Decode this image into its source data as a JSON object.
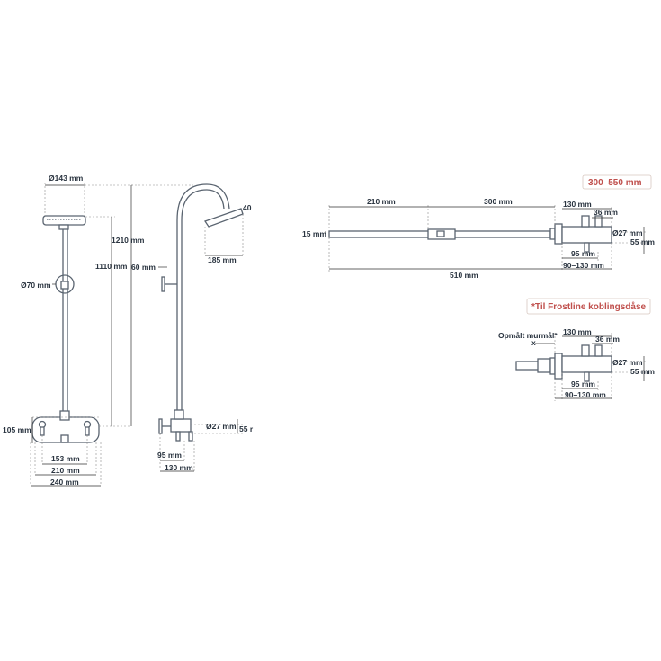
{
  "left_view": {
    "head_diameter": "Ø143 mm",
    "height_1210": "1210 mm",
    "height_1110": "1110 mm",
    "bracket_diameter": "Ø70 mm",
    "mixer_height": "105 mm",
    "inlet_spacing": "153 mm",
    "mixer_width_210": "210 mm",
    "mixer_width_240": "240 mm"
  },
  "side_view": {
    "head_tilt": "40",
    "head_reach": "185 mm",
    "bracket_offset": "60 mm",
    "pipe_diameter": "Ø27 mm",
    "body_depth_55": "55 r",
    "depth_95": "95 mm",
    "depth_130": "130 mm"
  },
  "arm_view": {
    "range_badge": "300–550 mm",
    "seg_210": "210 mm",
    "seg_300": "300 mm",
    "seg_130": "130 mm",
    "seg_36": "36 mm",
    "arm_height": "15 mm",
    "pipe_diameter": "Ø27 mm",
    "body_55": "55 mm",
    "depth_95": "95 mm",
    "total_510": "510 mm",
    "range_90_130": "90–130 mm"
  },
  "frostline_view": {
    "note": "*Til Frostline koblingsdåse",
    "wall_label": "Opmålt murmål*",
    "wall_mark": "x",
    "seg_130": "130 mm",
    "seg_36": "36 mm",
    "pipe_diameter": "Ø27 mm",
    "body_55": "55 mm",
    "depth_95": "95 mm",
    "range_90_130": "90–130 mm"
  }
}
